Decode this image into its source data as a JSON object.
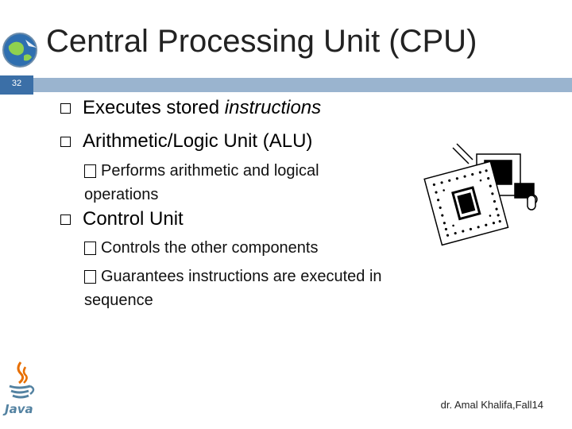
{
  "slide": {
    "title": "Central Processing Unit (CPU)",
    "page_number": "32",
    "footer": "dr. Amal Khalifa,Fall14"
  },
  "bullets": [
    {
      "prefix": "Executes stored ",
      "emphasis": "instructions"
    },
    {
      "text": "Arithmetic/Logic Unit (ALU)"
    },
    {
      "text": "Control Unit"
    }
  ],
  "sub_bullets": [
    "Performs arithmetic and logical operations",
    "Controls the other components",
    "Guarantees instructions are executed in sequence"
  ],
  "icons": {
    "logo": "globe-logo-icon",
    "clipart": "cpu-chip-icon",
    "java": "java-logo-icon"
  },
  "colors": {
    "header_bar": "#9ab4cf",
    "number_box": "#3b6fa7",
    "title_text": "#222222"
  }
}
